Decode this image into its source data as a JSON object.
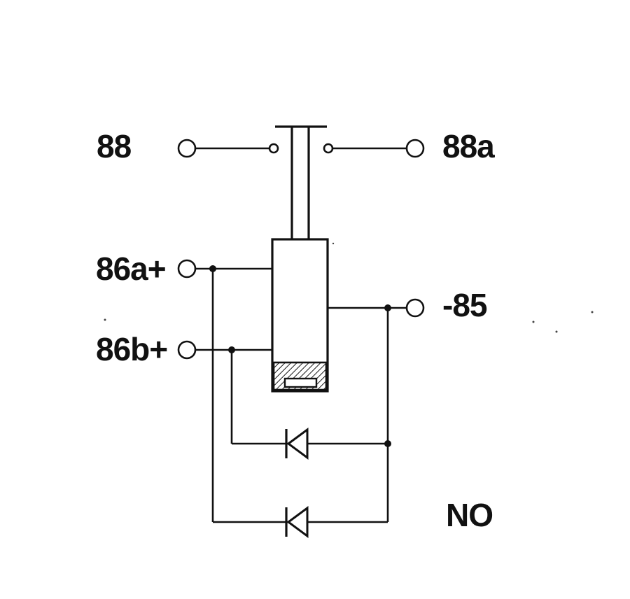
{
  "diagram": {
    "colors": {
      "ink": "#111111",
      "background": "#ffffff"
    },
    "labels": {
      "t88": "88",
      "t88a": "88a",
      "t86a": "86a+",
      "t86b": "86b+",
      "t85": "-85",
      "mode": "NO"
    }
  }
}
